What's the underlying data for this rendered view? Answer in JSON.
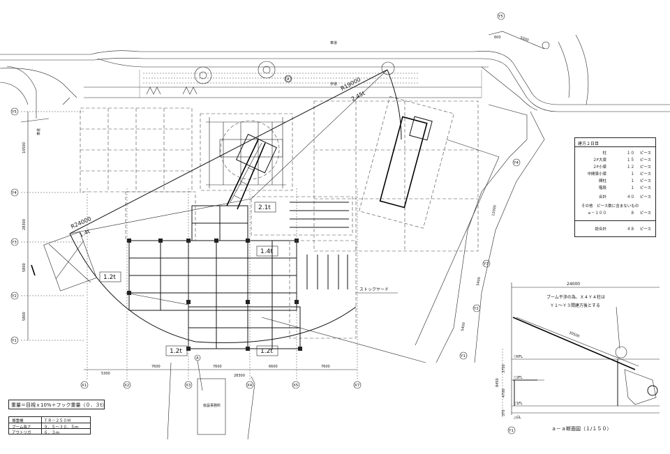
{
  "drawing": {
    "crane_radius_large": "R24000",
    "crane_load_large": "1.4t",
    "crane_radius_small": "R19000",
    "crane_load_small": "2.45t",
    "load_labels": [
      "2.1t",
      "1.4t",
      "1.2t",
      "1.2t",
      "1.2t"
    ],
    "stock_yard": "ストックヤード",
    "road_top": "車道",
    "sidewalk": "歩道",
    "road_left": "車道",
    "office_label": "仮設事務所",
    "grid_x": [
      "X1",
      "X2",
      "X3",
      "X4",
      "X5",
      "X7"
    ],
    "grid_y": [
      "Y5",
      "Y4",
      "Y3",
      "Y2",
      "Y1"
    ],
    "grid_right": [
      "Y5",
      "Y4",
      "Y3",
      "Y2",
      "Y1"
    ],
    "dims_bottom": [
      "5300",
      "7600",
      "7600",
      "6600",
      "7600"
    ],
    "dims_bottom_total": "28300",
    "dims_left": [
      "10500",
      "28300",
      "5800",
      "5800"
    ],
    "dims_right": [
      "12000",
      "5400",
      "5400"
    ],
    "dims_top": [
      "600",
      "5000"
    ],
    "circle_marks": [
      "A",
      "A"
    ]
  },
  "lifting_table": {
    "title": "建方２日目",
    "rows": [
      {
        "name": "柱",
        "qty": "１０",
        "unit": "ピース"
      },
      {
        "name": "２F大梁",
        "qty": "１５",
        "unit": "ピース"
      },
      {
        "name": "２F小梁",
        "qty": "１２",
        "unit": "ピース"
      },
      {
        "name": "中間梁小梁",
        "qty": "１",
        "unit": "ピース"
      },
      {
        "name": "間柱",
        "qty": "１",
        "unit": "ピース"
      },
      {
        "name": "階段",
        "qty": "１",
        "unit": "ピース"
      }
    ],
    "subtotal": {
      "name": "合計",
      "qty": "４０",
      "unit": "ピース"
    },
    "other_label": "その他　ピース数に含まないもの",
    "other_row": {
      "name": "ａ－１００",
      "qty": "８",
      "unit": "ピース"
    },
    "total": {
      "name": "総合計",
      "qty": "４８",
      "unit": "ピース"
    }
  },
  "formula": "重量＝目視ｘ10%＋フック重量（０．３t）",
  "crane_spec": {
    "rows": [
      {
        "key": "揚重機",
        "value": "ＴＲ－２５０Ｍ"
      },
      {
        "key": "ブーム長さ",
        "value": "９．５～３０．５ｍ"
      },
      {
        "key": "アウトリガ",
        "value": "６．３ｍ"
      }
    ]
  },
  "section": {
    "note_line1": "ブーム干渉の為、Ｘ４Ｙ４柱は",
    "note_line2": "Ｙ１～Ｙ３間建方後とする",
    "width_dim": "24000",
    "boom_dim": "30500",
    "levels": [
      "▽RFL",
      "▽2FL",
      "▽1FL",
      "△GL"
    ],
    "height_dims": [
      "3750",
      "8450",
      "4700",
      "370"
    ],
    "axis_label": "Y1",
    "title": "ａ－ａ断面図（１/１５０）"
  }
}
